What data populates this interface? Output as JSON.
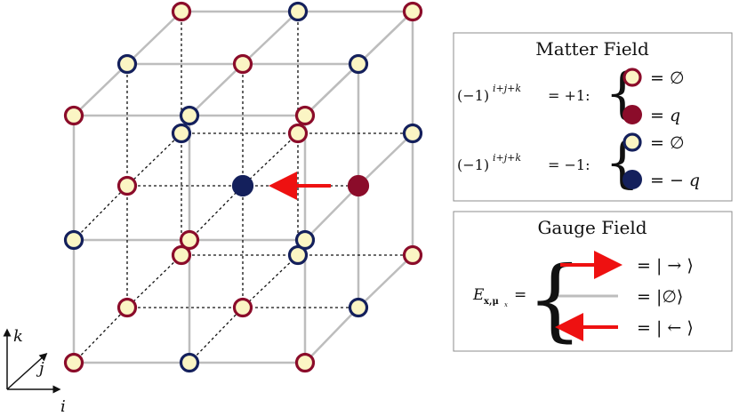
{
  "axes": {
    "k": "k",
    "j": "j",
    "i": "i"
  },
  "matter_panel": {
    "title": "Matter Field",
    "even_condition": "(−1)",
    "even_exponent": "i+j+k",
    "even_rhs": "= +1:",
    "odd_condition": "(−1)",
    "odd_exponent": "i+j+k",
    "odd_rhs": "= −1:",
    "even_empty": "= ∅",
    "even_charge": "= q",
    "odd_empty": "= ∅",
    "odd_charge": "= − q"
  },
  "gauge_panel": {
    "title": "Gauge Field",
    "lhs_main": "E",
    "lhs_sub": "x,μ",
    "lhs_subsub": "x",
    "lhs_eq": "=",
    "right_state": "= | → ⟩",
    "empty_state": "= |∅⟩",
    "left_state": "= | ← ⟩"
  },
  "colors": {
    "even_site": "#8b0c2a",
    "odd_site": "#14205c",
    "site_fill": "#fbf5c4",
    "link": "#bdbdbd",
    "electric_field": "#ee1111"
  }
}
